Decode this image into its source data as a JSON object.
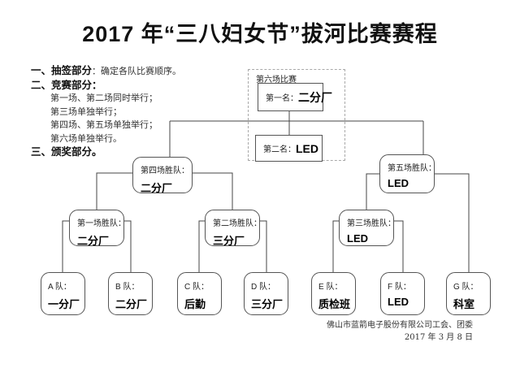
{
  "title": "2017 年“三八妇女节”拔河比赛赛程",
  "notes": {
    "item1_bold": "一、抽签部分",
    "item1_text": "：确定各队比赛顺序。",
    "item2_bold": "二、竞赛部分：",
    "line1": "第一场、第二场同时举行；",
    "line2": "第三场单独举行；",
    "line3": "第四场、第五场单独举行；",
    "line4": "第六场单独举行。",
    "item3_bold": "三、颁奖部分。"
  },
  "final_group": {
    "label": "第六场比赛",
    "first_label": "第一名：",
    "first_team": "二分厂",
    "second_label": "第二名：",
    "second_team": "LED"
  },
  "semifinals": {
    "left": {
      "label": "第四场胜队：",
      "team": "二分厂"
    },
    "right": {
      "label": "第五场胜队：",
      "team": "LED"
    }
  },
  "round1": {
    "match1": {
      "label": "第一场胜队：",
      "team": "二分厂"
    },
    "match2": {
      "label": "第二场胜队：",
      "team": "三分厂"
    },
    "match3": {
      "label": "第三场胜队：",
      "team": "LED"
    }
  },
  "teams": {
    "a": {
      "label": "A 队：",
      "name": "一分厂"
    },
    "b": {
      "label": "B 队：",
      "name": "二分厂"
    },
    "c": {
      "label": "C 队：",
      "name": "后勤"
    },
    "d": {
      "label": "D 队：",
      "name": "三分厂"
    },
    "e": {
      "label": "E 队：",
      "name": "质检班"
    },
    "f": {
      "label": "F 队：",
      "name": "LED"
    },
    "g": {
      "label": "G 队：",
      "name": "科室"
    }
  },
  "footer": {
    "line1": "佛山市蓝箭电子股份有限公司工会、团委",
    "line2": "2017 年 3 月 8 日"
  },
  "colors": {
    "line": "#444444",
    "box_border": "#555555",
    "dashed_border": "#a9a9a9"
  }
}
